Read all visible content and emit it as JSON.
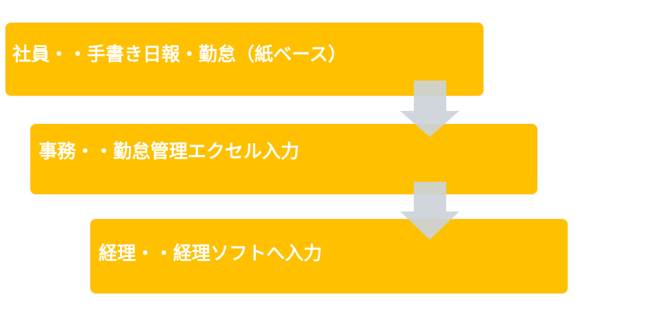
{
  "diagram": {
    "type": "process-flow",
    "colors": {
      "box_fill": "#FFC000",
      "box_text": "#FFFFFF",
      "arrow_fill": "#CDD3D8",
      "background": "#FFFFFF"
    },
    "steps": [
      {
        "label": "社員・・手書き日報・勤怠（紙ベース）"
      },
      {
        "label": "事務・・勤怠管理エクセル入力"
      },
      {
        "label": "経理・・経理ソフトへ入力"
      }
    ],
    "arrows": [
      {
        "from": 0,
        "to": 1,
        "direction": "down"
      },
      {
        "from": 1,
        "to": 2,
        "direction": "down"
      }
    ]
  }
}
